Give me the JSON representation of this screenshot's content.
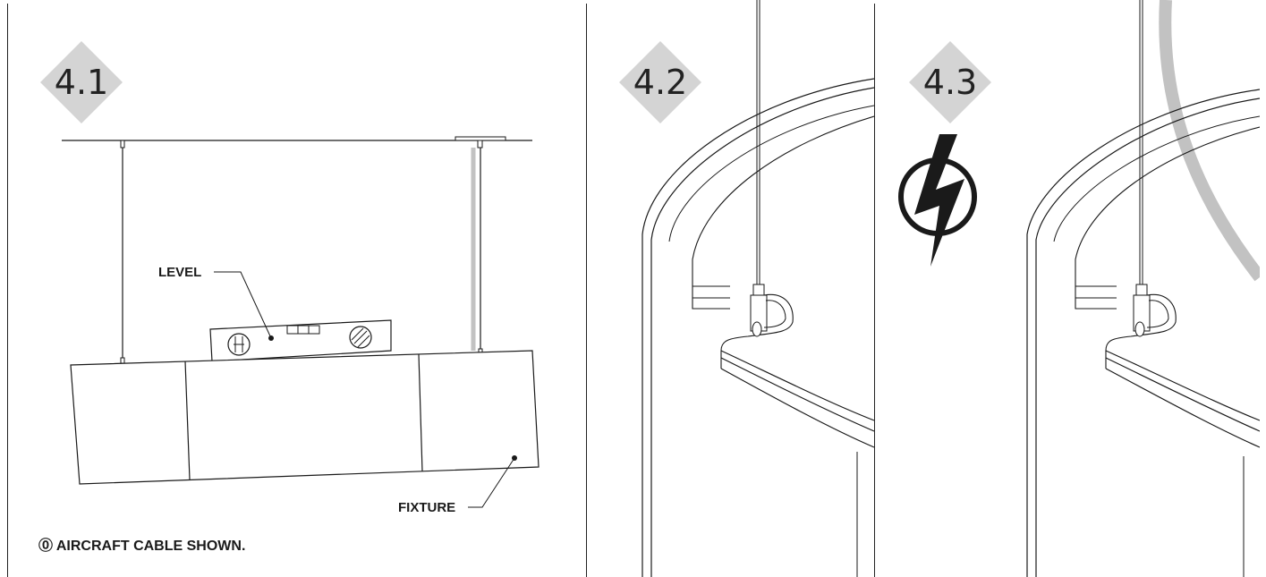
{
  "steps": [
    {
      "number": "4.1"
    },
    {
      "number": "4.2"
    },
    {
      "number": "4.3"
    }
  ],
  "callouts": {
    "level": "LEVEL",
    "fixture": "FIXTURE"
  },
  "note": {
    "icon": "info-circle-icon",
    "text": "⓪ AIRCRAFT CABLE SHOWN."
  },
  "warning_icon": "electrical-hazard-icon",
  "colors": {
    "badge": "#d4d4d4",
    "line": "#1a1a1a",
    "cord_gray": "#c2c2c2"
  }
}
